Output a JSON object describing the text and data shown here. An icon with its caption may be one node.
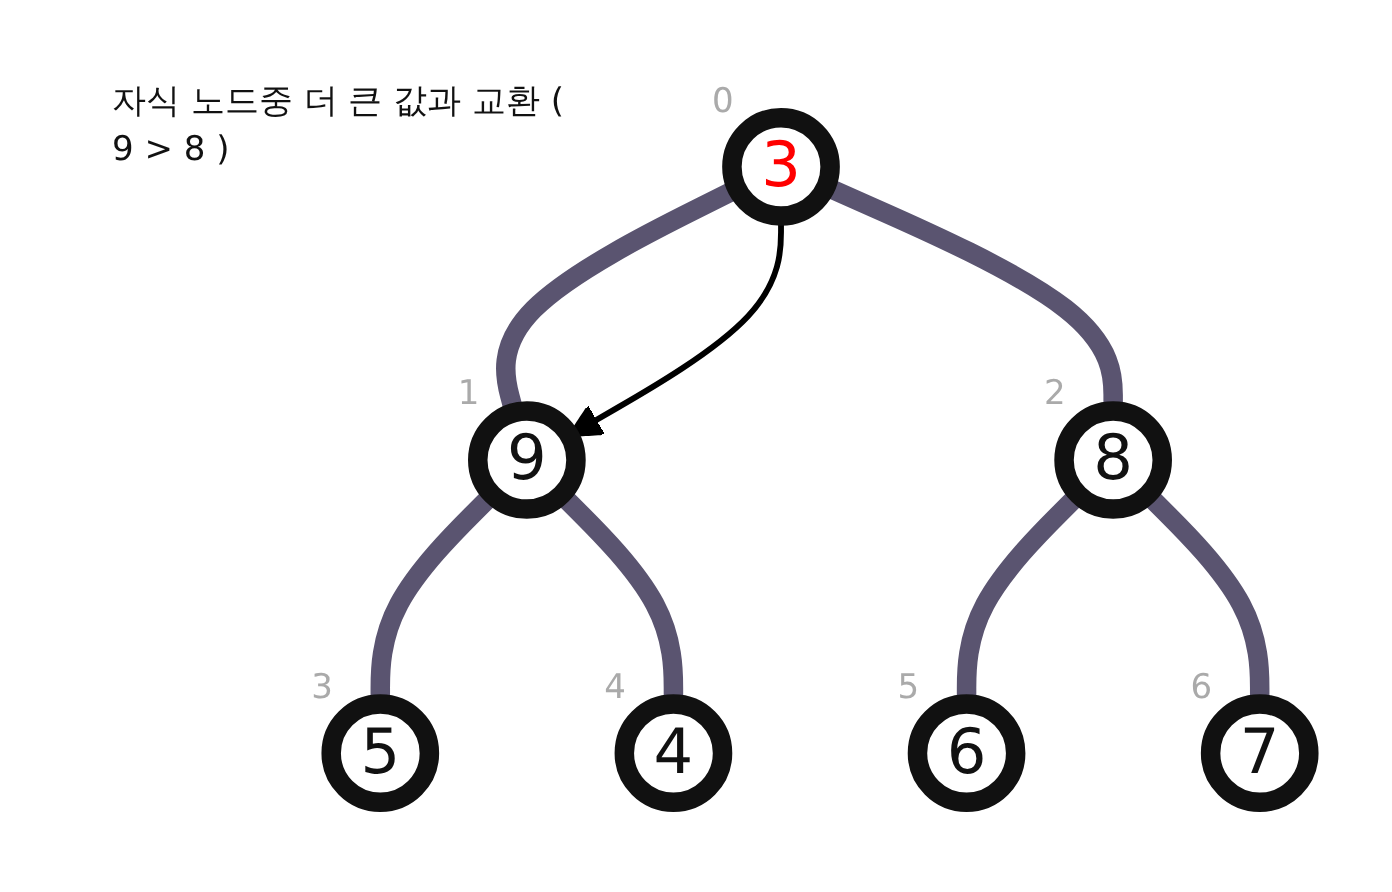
{
  "diagram": {
    "nodes": [
      {
        "text": [
          "3"
        ],
        "beside": [
          "0"
        ]
      },
      {
        "text": [
          "9"
        ],
        "beside": [
          "1"
        ]
      },
      {
        "text": [
          "8"
        ],
        "beside": [
          "2"
        ]
      },
      {
        "text": [
          "5"
        ],
        "beside": [
          "3"
        ]
      },
      {
        "text": [
          "4"
        ],
        "beside": [
          "4"
        ]
      },
      {
        "text": [
          "6"
        ],
        "beside": [
          "5"
        ]
      },
      {
        "text": [
          "7"
        ],
        "beside": [
          "6"
        ]
      }
    ],
    "edges": [
      {
        "from": 0,
        "to": 1,
        "arrow": "none"
      },
      {
        "from": 0,
        "to": 2,
        "arrow": "none"
      },
      {
        "from": 1,
        "to": 3,
        "arrow": "none"
      },
      {
        "from": 1,
        "to": 4,
        "arrow": "none"
      },
      {
        "from": 2,
        "to": 5,
        "arrow": "none"
      },
      {
        "from": 2,
        "to": 6,
        "arrow": "none"
      },
      {
        "from": 0,
        "to": 1,
        "arrow": "to",
        "color": "#000000"
      }
    ],
    "labels": [
      "자식 노드중 더 큰 값과 교환 ( 9 > 8 )"
    ]
  }
}
